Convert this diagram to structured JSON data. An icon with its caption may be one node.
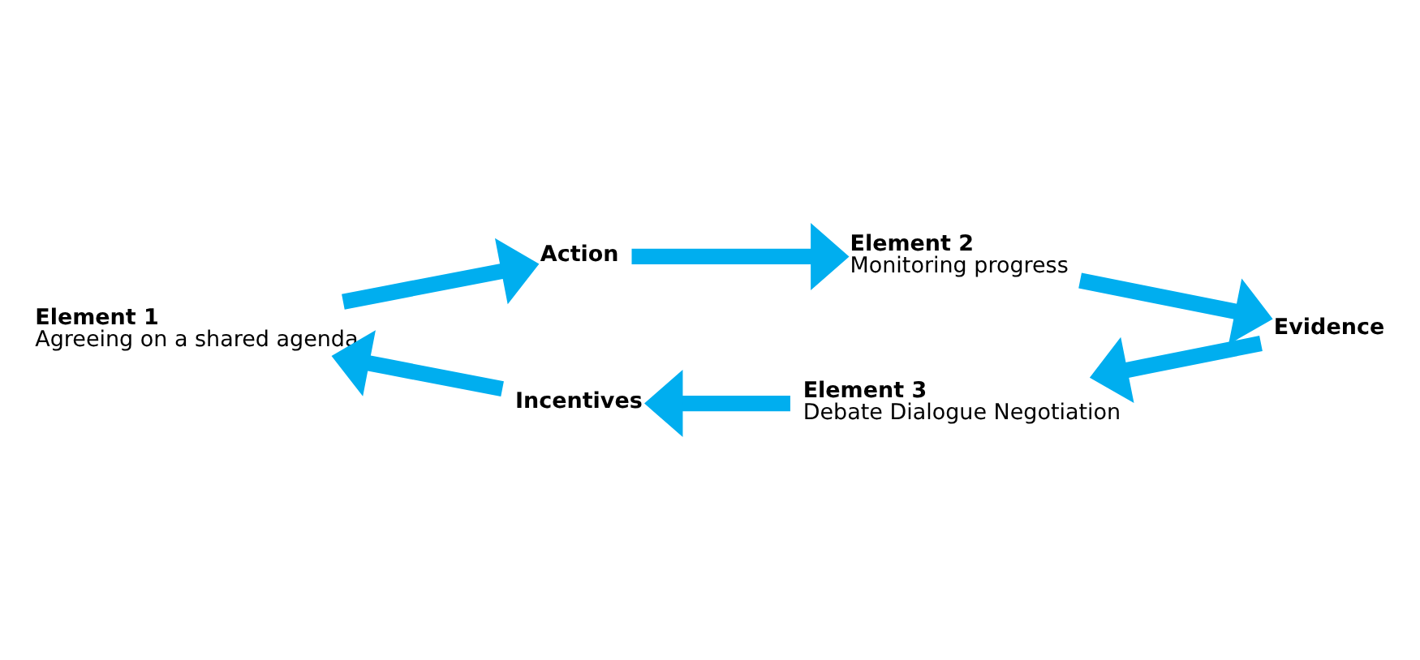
{
  "diagram": {
    "nodes": [
      {
        "text": [
          "Element 1",
          "Agreeing on a shared agenda"
        ]
      },
      {
        "text": [
          "Action"
        ]
      },
      {
        "text": [
          "Element 2",
          "Monitoring progress"
        ]
      },
      {
        "text": [
          "Evidence"
        ]
      },
      {
        "text": [
          "Element 3",
          "Debate Dialogue Negotiation"
        ]
      },
      {
        "text": [
          "Incentives"
        ]
      }
    ],
    "edges": [
      {
        "from": 0,
        "to": 1,
        "arrow": "to"
      },
      {
        "from": 1,
        "to": 2,
        "arrow": "to"
      },
      {
        "from": 2,
        "to": 3,
        "arrow": "to"
      },
      {
        "from": 3,
        "to": 4,
        "arrow": "to"
      },
      {
        "from": 4,
        "to": 5,
        "arrow": "to"
      },
      {
        "from": 5,
        "to": 0,
        "arrow": "to"
      }
    ]
  }
}
